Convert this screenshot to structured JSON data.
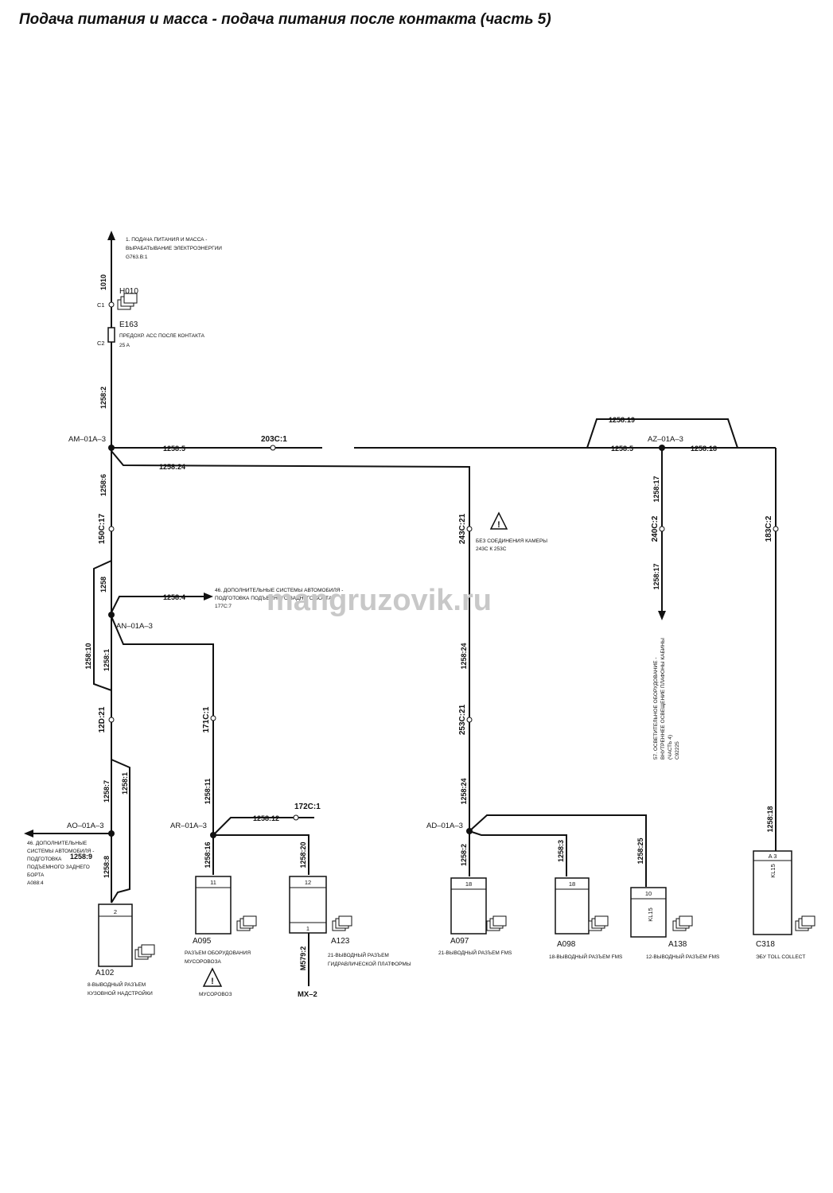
{
  "title": "Подача питания и масса - подача питания после контакта (часть 5)",
  "watermark": "mangruzovik.ru",
  "top_ref": {
    "line1": "1. ПОДАЧА ПИТАНИЯ И МАССА -",
    "line2": "ВЫРАБАТЫВАНИЕ ЭЛЕКТРОЭНЕРГИИ",
    "line3": "G763.B:1"
  },
  "wires": {
    "w1010": "1010",
    "w1258_2": "1258:2",
    "w1258_5": "1258:5",
    "w1258_5b": "1258:5",
    "w1258_24": "1258:24",
    "w1258_6": "1258:6",
    "w150C17": "150C:17",
    "w1258": "1258",
    "w1258_4": "1258:4",
    "w1258_10": "1258:10",
    "w1258_1": "1258:1",
    "w1258_1b": "1258:1",
    "w12D21": "12D:21",
    "w1258_7": "1258:7",
    "w1258_9": "1258:9",
    "w1258_8": "1258:8",
    "w171C1": "171C:1",
    "w1258_11": "1258:11",
    "w1258_12": "1258:12",
    "w172C1": "172C:1",
    "w1258_16": "1258:16",
    "w1258_20": "1258:20",
    "wM579": "M579:2",
    "w243C21": "243C:21",
    "w1258_24b": "1258:24",
    "w253C21": "253C:21",
    "w1258_24c": "1258:24",
    "w1258_2b": "1258:2",
    "w1258_3": "1258:3",
    "w1258_25": "1258:25",
    "w1258_19": "1258:19",
    "w1258_18": "1258:18",
    "w1258_17": "1258:17",
    "w240C2": "240C:2",
    "w1258_17b": "1258:17",
    "w183C2": "183C:2",
    "w1258_18b": "1258:18",
    "w203C1": "203C:1"
  },
  "nodes": {
    "am": "AM–01A–3",
    "an": "AN–01A–3",
    "ao": "AO–01A–3",
    "ar": "AR–01A–3",
    "ad": "AD–01A–3",
    "az": "AZ–01A–3",
    "mx": "MX–2"
  },
  "components": {
    "h010": "H010",
    "c1": "C1",
    "c2": "C2",
    "e163": "E163",
    "e163_desc": "ПРЕДОХР. АСС ПОСЛЕ КОНТАКТА",
    "e163_amp": "25 A",
    "a102": "A102",
    "a102_pin": "2",
    "a102_desc1": "8-ВЫВОДНЫЙ РАЗЪЕМ",
    "a102_desc2": "КУЗОВНОЙ НАДСТРОЙКИ",
    "a095": "A095",
    "a095_pin": "11",
    "a095_desc1": "РАЗЪЕМ ОБОРУДОВАНИЯ",
    "a095_desc2": "МУСОРОВОЗА",
    "a095_warn": "МУСОРОВОЗ",
    "a123": "A123",
    "a123_pin_top": "12",
    "a123_pin_bot": "1",
    "a123_desc1": "21-ВЫВОДНЫЙ РАЗЪЕМ",
    "a123_desc2": "ГИДРАВЛИЧЕСКОЙ ПЛАТФОРМЫ",
    "a097": "A097",
    "a097_pin": "18",
    "a097_desc": "21-ВЫВОДНЫЙ РАЗЪЕМ FMS",
    "a098": "A098",
    "a098_pin": "18",
    "a098_desc": "18-ВЫВОДНЫЙ РАЗЪЕМ FMS",
    "a138": "A138",
    "a138_pin": "10",
    "a138_kl": "KL15",
    "a138_desc": "12-ВЫВОДНЫЙ РАЗЪЕМ FMS",
    "c318": "C318",
    "c318_pin": "A 3",
    "c318_kl": "KL15",
    "c318_desc": "ЭБУ TOLL COLLECT"
  },
  "notes": {
    "n46a_1": "46. ДОПОЛНИТЕЛЬНЫЕ СИСТЕМЫ АВТОМОБИЛЯ -",
    "n46a_2": "ПОДГОТОВКА ПОДЪЕМНОГО ЗАДНЕГО БОРТА",
    "n46a_3": "177C:7",
    "n46b_1": "46. ДОПОЛНИТЕЛЬНЫЕ",
    "n46b_2": "СИСТЕМЫ АВТОМОБИЛЯ -",
    "n46b_3": "ПОДГОТОВКА",
    "n46b_4": "ПОДЪЕМНОГО ЗАДНЕГО",
    "n46b_5": "БОРТА",
    "n46b_6": "A088:4",
    "cam_1": "БЕЗ СОЕДИНЕНИЯ КАМЕРЫ",
    "cam_2": "243C К 253C",
    "n57_1": "57. ОСВЕТИТЕЛЬНОЕ ОБОРУДОВАНИЕ -",
    "n57_2": "ВНУТРЕННЕЕ ОСВЕЩЕНИЕ ПЛАФОНЫ КАБИНЫ",
    "n57_3": "(ЧАСТЬ 4)",
    "n57_4": "C92225"
  }
}
